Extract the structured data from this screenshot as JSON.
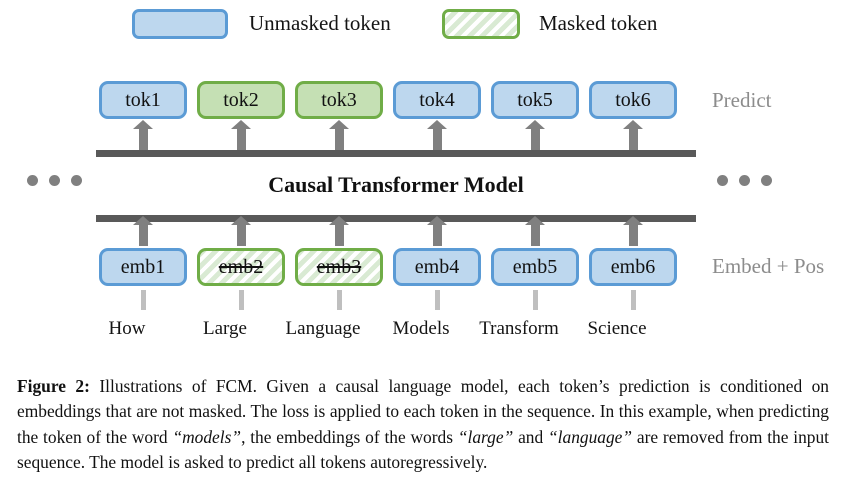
{
  "legend": {
    "unmasked_label": "Unmasked token",
    "masked_label": "Masked token",
    "unmasked_fill": "#bdd7ee",
    "unmasked_border": "#5b9bd5",
    "masked_border": "#70ad47",
    "masked_hatch": "#d9ead3"
  },
  "diagram": {
    "transformer_label": "Causal Transformer Model",
    "side_labels": {
      "predict": "Predict",
      "embed": "Embed + Pos"
    },
    "tokens": [
      {
        "label": "tok1",
        "masked": false
      },
      {
        "label": "tok2",
        "masked": true
      },
      {
        "label": "tok3",
        "masked": true
      },
      {
        "label": "tok4",
        "masked": false
      },
      {
        "label": "tok5",
        "masked": false
      },
      {
        "label": "tok6",
        "masked": false
      }
    ],
    "embeddings": [
      {
        "label": "emb1",
        "masked": false
      },
      {
        "label": "emb2",
        "masked": true
      },
      {
        "label": "emb3",
        "masked": true
      },
      {
        "label": "emb4",
        "masked": false
      },
      {
        "label": "emb5",
        "masked": false
      },
      {
        "label": "emb6",
        "masked": false
      }
    ],
    "words": [
      "How",
      "Large",
      "Language",
      "Models",
      "Transform",
      "Science"
    ]
  },
  "caption": {
    "prefix": "Figure 2:",
    "text_1": " Illustrations of FCM. Given a causal language model, each token’s prediction is conditioned on embeddings that are not masked. The loss is applied to each token in the sequence. In this example, when predicting the token of the word ",
    "italic_1": "“models”",
    "text_2": ", the embeddings of the words ",
    "italic_2": "“large”",
    "text_3": " and ",
    "italic_3": "“language”",
    "text_4": " are removed from the input sequence. The model is asked to predict all tokens autoregressively."
  }
}
